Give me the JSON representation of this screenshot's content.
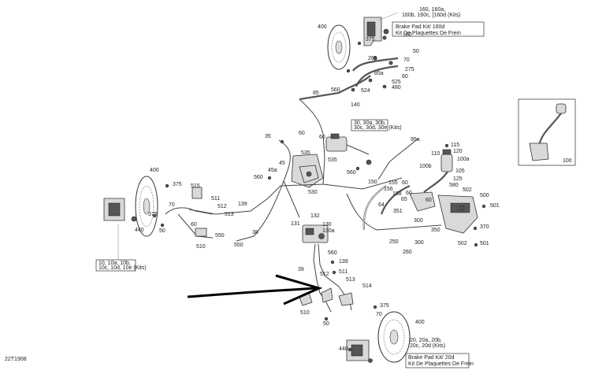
{
  "diagram_id": "22T1908",
  "kits": {
    "top": {
      "refs": "160, 160a,\n160b, 160c, 160d (Kits)",
      "ref_line1": "160, 160a,",
      "ref_line2": "160b, 160c, [160d (Kits)",
      "title_en": "Brake Pad Kit/ 160d",
      "title_fr": "Kit De Plaquettes De Frein"
    },
    "bottom": {
      "ref_line1": "20, 20a, 20b,",
      "ref_line2": "20c, 20d (Kits)",
      "title_en": "Brake Pad Kit/ 20d",
      "title_fr": "Kit De Plaquettes De Frein"
    },
    "left": {
      "ref_line1": "10, 10a, 10b,",
      "ref_line2": "10c, 10d, 10e (Kits)"
    },
    "middle": {
      "ref_line1": "30, 30a, 30b,",
      "ref_line2": "30c, 30d, 30e (Kits)"
    }
  },
  "labels": {
    "l400a": "400",
    "l375a": "375",
    "l180a": "180",
    "l265": "265",
    "l50a": "50",
    "l70a": "70",
    "l275": "275",
    "l85a": "85a",
    "l60a": "60",
    "l525": "525",
    "l480": "480",
    "l524": "524",
    "l140": "140",
    "l560a": "560",
    "l85": "85",
    "l35": "35",
    "l60b": "60",
    "l60c": "60",
    "l45": "45",
    "l45a": "45a",
    "l560b": "560",
    "l535": "535",
    "l530": "530",
    "l535b": "535",
    "l560c": "560",
    "l150": "150",
    "l95a": "95a",
    "l115": "115",
    "l110": "110",
    "l120": "120",
    "l100b": "100b",
    "l100a": "100a",
    "l105": "105",
    "l125": "125",
    "l580": "580",
    "l155": "155",
    "l156": "156",
    "l60d": "60",
    "l158": "158",
    "l60e": "60",
    "l64": "64",
    "l351": "351",
    "l65": "65",
    "l60f": "60",
    "l502a": "502",
    "l500": "500",
    "l501a": "501",
    "l300a": "300",
    "l350": "350",
    "l370": "370",
    "l250": "250",
    "l260": "260",
    "l300b": "300",
    "l502b": "502",
    "l501b": "501",
    "l400b": "400",
    "l375b": "375",
    "l515": "515",
    "l511a": "511",
    "l512a": "512",
    "l513a": "513",
    "l139a": "139",
    "l375c": "375",
    "l70b": "70",
    "l440a": "440",
    "l50b": "50",
    "l60g": "60",
    "l550a": "550",
    "l510a": "510",
    "l550b": "550",
    "l38": "38",
    "l132": "132",
    "l131": "131",
    "l130": "130",
    "l130a": "130a",
    "l560d": "560",
    "l139b": "139",
    "l39": "39",
    "l512b": "512",
    "l511b": "511",
    "l513b": "513",
    "l514": "514",
    "l510b": "510",
    "l375d": "375",
    "l70c": "70",
    "l50c": "50",
    "l400c": "400",
    "l440b": "440",
    "l100": "100"
  }
}
